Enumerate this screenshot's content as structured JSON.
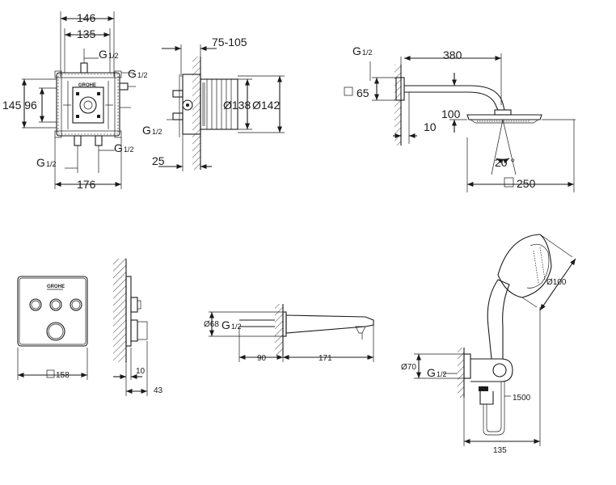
{
  "box": {
    "width_total": "146",
    "width_inner": "135",
    "height_pair": "145 96",
    "width_bottom": "176",
    "thread_top": "G",
    "thread_right": "G",
    "thread_bottom_left": "G",
    "thread_bottom_right": "G",
    "thread_fraction": "1/2",
    "brand": "GROHE"
  },
  "box_side": {
    "depth_range": "75-105",
    "diameter_inner": "Ø138",
    "diameter_outer": "Ø142",
    "thread_left": "G",
    "thread_fraction": "1/2",
    "offset_bottom": "25"
  },
  "head_shower": {
    "thread": "G",
    "thread_fraction": "1/2",
    "arm_length": "380",
    "flange_square": "65",
    "drop": "100",
    "arm_thickness": "10",
    "spray_angle": "20 °",
    "head_square": "250"
  },
  "panel": {
    "square_size": "158",
    "wall_gap": "10",
    "projection": "43",
    "brand": "GROHE"
  },
  "spout": {
    "diameter": "Ø68",
    "thread": "G",
    "thread_fraction": "1/2",
    "wall_length": "90",
    "spout_length": "171"
  },
  "hand_shower": {
    "head_diameter": "Ø100",
    "elbow_diameter": "Ø70",
    "thread": "G",
    "thread_fraction": "1/2",
    "hose_length": "1500",
    "elbow_depth": "135"
  }
}
